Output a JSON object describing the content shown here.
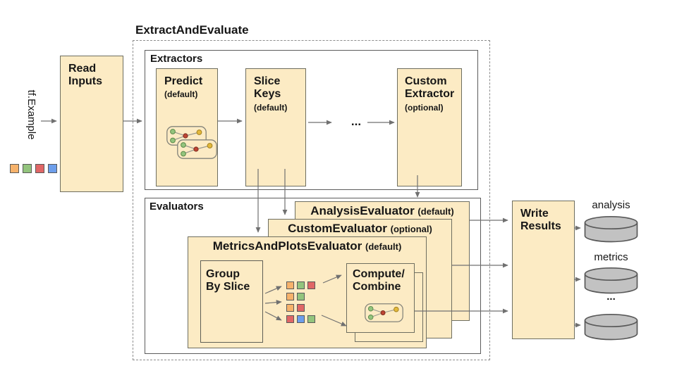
{
  "diagram_title": "ExtractAndEvaluate",
  "input": {
    "label": "tf.Example",
    "legend": [
      "orange",
      "green",
      "red",
      "blue"
    ]
  },
  "read_inputs": {
    "line1": "Read",
    "line2": "Inputs"
  },
  "extractors": {
    "label": "Extractors",
    "predict": {
      "title": "Predict",
      "qualifier": "(default)"
    },
    "slice_keys": {
      "line1": "Slice",
      "line2": "Keys",
      "qualifier": "(default)"
    },
    "custom_extractor": {
      "line1": "Custom",
      "line2": "Extractor",
      "qualifier": "(optional)"
    },
    "ellipsis": "..."
  },
  "evaluators": {
    "label": "Evaluators",
    "analysis_evaluator": {
      "title": "AnalysisEvaluator",
      "qualifier": "(default)"
    },
    "custom_evaluator": {
      "title": "CustomEvaluator",
      "qualifier": "(optional)"
    },
    "metrics_and_plots_evaluator": {
      "title": "MetricsAndPlotsEvaluator",
      "qualifier": "(default)"
    },
    "group_by_slice": {
      "line1": "Group",
      "line2": "By Slice"
    },
    "compute_combine": {
      "line1": "Compute/",
      "line2": "Combine"
    },
    "slice_rows": [
      [
        "orange",
        "green",
        "red"
      ],
      [
        "orange",
        "green"
      ],
      [
        "orange",
        "red"
      ],
      [
        "red",
        "blue",
        "green"
      ]
    ]
  },
  "write_results": {
    "line1": "Write",
    "line2": "Results"
  },
  "outputs": [
    {
      "label": "analysis"
    },
    {
      "label": "metrics"
    },
    {
      "label": "..."
    }
  ],
  "icons": {
    "model_graph": "model-graph-icon",
    "database": "database-icon"
  },
  "colors": {
    "orange": "#F6B26B",
    "green": "#93C47D",
    "red": "#E06666",
    "blue": "#6D9EEB",
    "box_fill": "#FCEBC4",
    "node_red": "#BE4533",
    "node_yellow": "#E3B93C",
    "cylinder_fill": "#C2C2C2",
    "arrow": "#707070"
  }
}
